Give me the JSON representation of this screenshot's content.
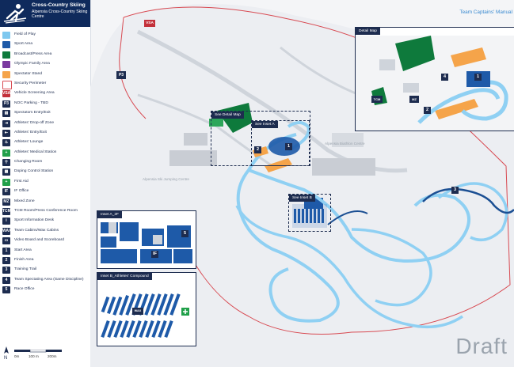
{
  "header": {
    "title": "Cross-Country Skiing",
    "subtitle": "Alpensia Cross-Country Skiing Centre",
    "manual": "Team Captains' Manual"
  },
  "legend": [
    {
      "label": "Field of Play",
      "color": "#7ec8ef",
      "text": ""
    },
    {
      "label": "Sport Area",
      "color": "#1e5aa8",
      "text": ""
    },
    {
      "label": "Broadcast/Press Area",
      "color": "#0e7a3c",
      "text": ""
    },
    {
      "label": "Olympic Family Area",
      "color": "#7b3aa0",
      "text": ""
    },
    {
      "label": "Spectator Stand",
      "color": "#f5a44a",
      "text": ""
    },
    {
      "label": "Security Perimeter",
      "color": "#ffffff",
      "text": ""
    },
    {
      "label": "Vehicle Screening Area",
      "color": "#c3303a",
      "text": "VSA"
    },
    {
      "label": "NOC Parking - TBD",
      "color": "#1d2c4f",
      "text": "P3"
    },
    {
      "label": "Spectators Entry/Exit",
      "color": "#1d2c4f",
      "text": "▤"
    },
    {
      "label": "Athletes' Drop-off Zone",
      "color": "#1d2c4f",
      "text": "⇥"
    },
    {
      "label": "Athletes' Entry/Exit",
      "color": "#1d2c4f",
      "text": "⇤"
    },
    {
      "label": "Athletes' Lounge",
      "color": "#1d2c4f",
      "text": "♨"
    },
    {
      "label": "Athletes' Medical Station",
      "color": "#21a04a",
      "text": "+"
    },
    {
      "label": "Changing Room",
      "color": "#1d2c4f",
      "text": "⚲"
    },
    {
      "label": "Doping Control Station",
      "color": "#1d2c4f",
      "text": "▦"
    },
    {
      "label": "First Aid",
      "color": "#21a04a",
      "text": "+"
    },
    {
      "label": "IF Office",
      "color": "#1d2c4f",
      "text": "IF"
    },
    {
      "label": "Mixed Zone",
      "color": "#1d2c4f",
      "text": "MZ"
    },
    {
      "label": "TCM Room/Press Conference Room",
      "color": "#1d2c4f",
      "text": "TCM"
    },
    {
      "label": "Sport Information Desk",
      "color": "#1d2c4f",
      "text": "i"
    },
    {
      "label": "Team Cabins/Wax Cabins",
      "color": "#1d2c4f",
      "text": "WAX"
    },
    {
      "label": "Video Board and Scoreboard",
      "color": "#1d2c4f",
      "text": "▭"
    },
    {
      "label": "Start Area",
      "color": "#1d2c4f",
      "text": "1"
    },
    {
      "label": "Finish Area",
      "color": "#1d2c4f",
      "text": "2"
    },
    {
      "label": "Training Trail",
      "color": "#1d2c4f",
      "text": "3"
    },
    {
      "label": "Team Spectating Area (Same Discipline)",
      "color": "#1d2c4f",
      "text": "4"
    },
    {
      "label": "Race Office",
      "color": "#1d2c4f",
      "text": "5"
    }
  ],
  "scale": {
    "labels": [
      "0m",
      "100 m",
      "200m"
    ],
    "north": "N"
  },
  "map": {
    "venue_labels": {
      "biathlon": "Alpensia Biathlon Centre",
      "jumping": "Alpensia Ski Jumping Centre"
    },
    "see_detail_map": "See Detail Map",
    "see_inset_a": "See Inset A",
    "see_inset_b": "See Inset B",
    "markers": {
      "vsa": "VSA",
      "p3": "P3",
      "m1": "1",
      "m2": "2",
      "m3": "3"
    }
  },
  "insets": {
    "detail_map": {
      "title": "Detail Map",
      "markers": [
        "1",
        "2",
        "4",
        "TCM",
        "MZ"
      ]
    },
    "inset_a": {
      "title": "Inset A_2F",
      "markers": [
        "5",
        "IF"
      ]
    },
    "inset_b": {
      "title": "Inset B_Athletes' Compound",
      "markers": [
        "WAX"
      ]
    }
  },
  "draft": "Draft"
}
